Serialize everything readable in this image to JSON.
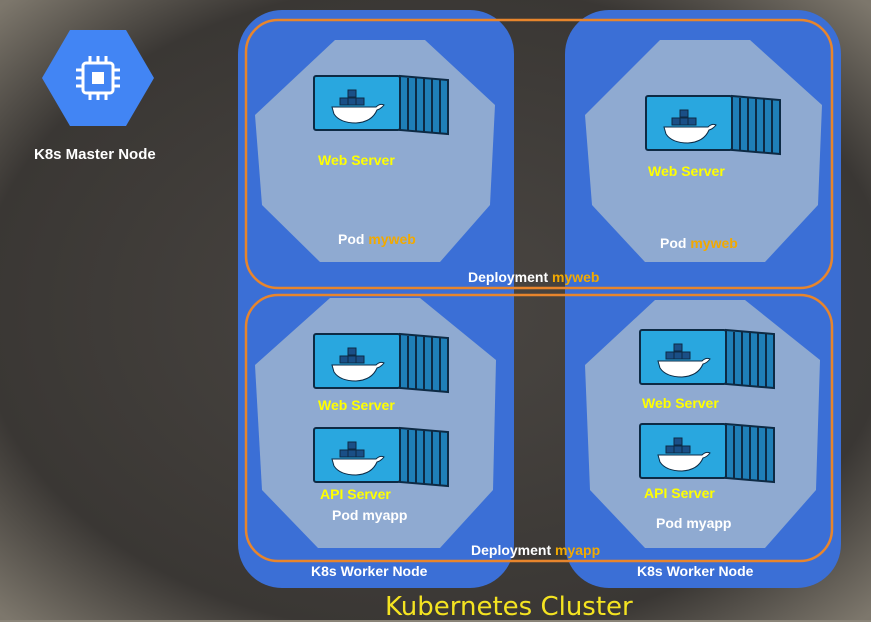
{
  "master": {
    "label": "K8s Master Node",
    "icon": "chip-icon",
    "color": "#4285f4"
  },
  "cluster": {
    "title": "Kubernetes Cluster"
  },
  "nodes": [
    {
      "label": "K8s Worker Node"
    },
    {
      "label": "K8s Worker Node"
    }
  ],
  "deployments": [
    {
      "prefix": "Deployment",
      "name": "myweb"
    },
    {
      "prefix": "Deployment",
      "name": "myapp"
    }
  ],
  "pods": [
    {
      "prefix": "Pod",
      "name": "myweb",
      "containers": [
        "Web Server"
      ]
    },
    {
      "prefix": "Pod",
      "name": "myweb",
      "containers": [
        "Web Server"
      ]
    },
    {
      "prefix": "Pod",
      "name": "myapp",
      "containers": [
        "Web Server",
        "API Server"
      ]
    },
    {
      "prefix": "Pod",
      "name": "myapp",
      "containers": [
        "Web Server",
        "API Server"
      ]
    }
  ],
  "colors": {
    "node_fill": "#3b6fd6",
    "pod_fill": "#8faad1",
    "deployment_border": "#e8852c",
    "label_yellow": "#ffff00",
    "name_accent": "#f2a900",
    "title_yellow": "#f4e321",
    "container_fill": "#29a7df"
  }
}
